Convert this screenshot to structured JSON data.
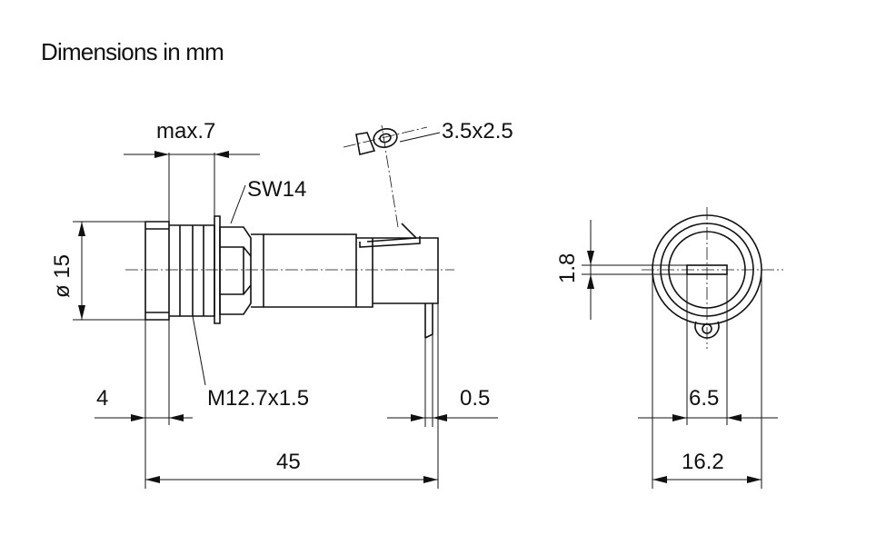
{
  "title": "Dimensions in mm",
  "dimensions": {
    "max_depth": "max.7",
    "nut_wrench": "SW14",
    "terminal_hole": "3.5x2.5",
    "diameter": "ø 15",
    "thread": "M12.7x1.5",
    "cap_length": "4",
    "terminal_thickness": "0.5",
    "total_length": "45",
    "slot_height": "1.8",
    "slot_width": "6.5",
    "body_width": "16.2"
  }
}
